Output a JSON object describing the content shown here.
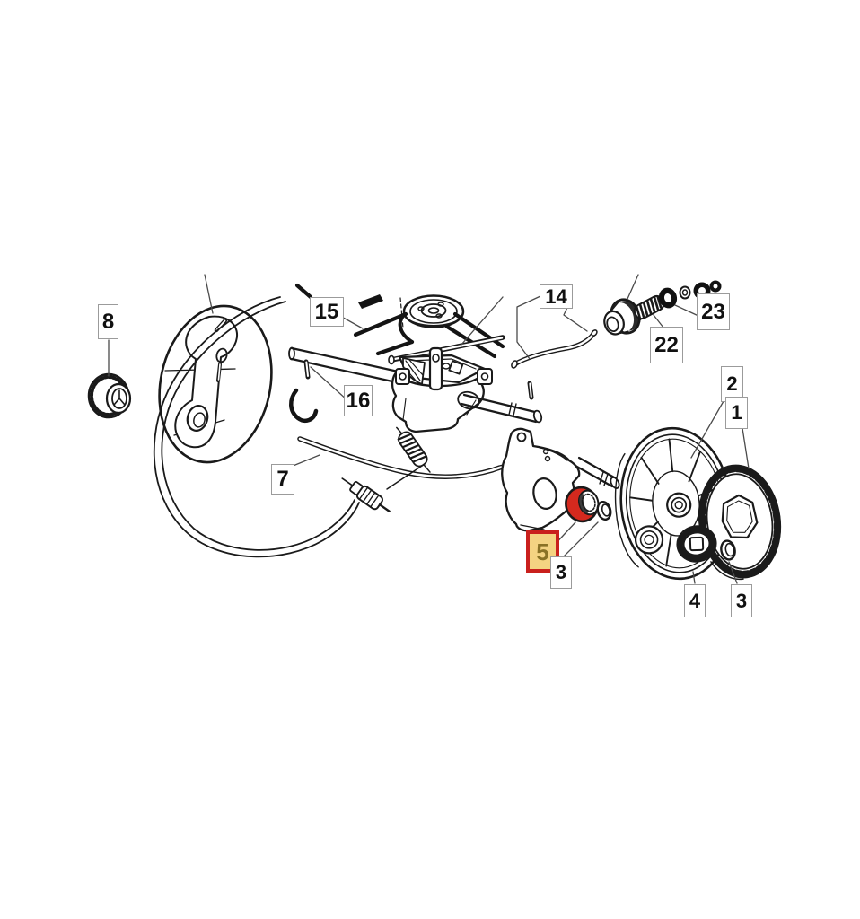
{
  "diagram": {
    "type": "exploded-parts-diagram",
    "subject": "mower transmission / rear drive assembly",
    "background_color": "#ffffff",
    "line_color": "#1a1a1a",
    "label_box_border_color": "#9b9b9b",
    "label_text_color": "#111111",
    "highlighted_part_ref": "5",
    "highlight": {
      "box_fill": "#f4d382",
      "box_border": "#c9201d",
      "text_color": "#8a7226",
      "part_color": "#d4291e"
    },
    "labels": [
      {
        "ref": "8"
      },
      {
        "ref": "15"
      },
      {
        "ref": "16"
      },
      {
        "ref": "14"
      },
      {
        "ref": "22"
      },
      {
        "ref": "23"
      },
      {
        "ref": "2"
      },
      {
        "ref": "1"
      },
      {
        "ref": "7"
      },
      {
        "ref": "5"
      },
      {
        "ref": "3"
      },
      {
        "ref": "4"
      },
      {
        "ref": "3"
      }
    ]
  }
}
